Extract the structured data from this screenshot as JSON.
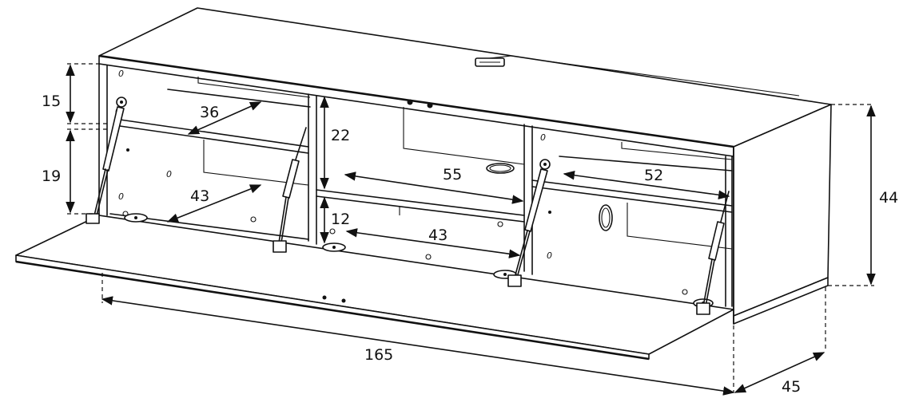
{
  "dimensions": {
    "top_compartment_height": "15",
    "middle_compartment_height": "19",
    "left_shelf_depth": "36",
    "left_floor_depth": "43",
    "center_upper_height": "22",
    "center_lower_height": "12",
    "center_shelf_width": "55",
    "center_floor_depth": "43",
    "right_shelf_width": "52",
    "overall_height": "44",
    "overall_width": "165",
    "overall_depth": "45"
  },
  "colors": {
    "line": "#111111",
    "background": "#ffffff"
  }
}
